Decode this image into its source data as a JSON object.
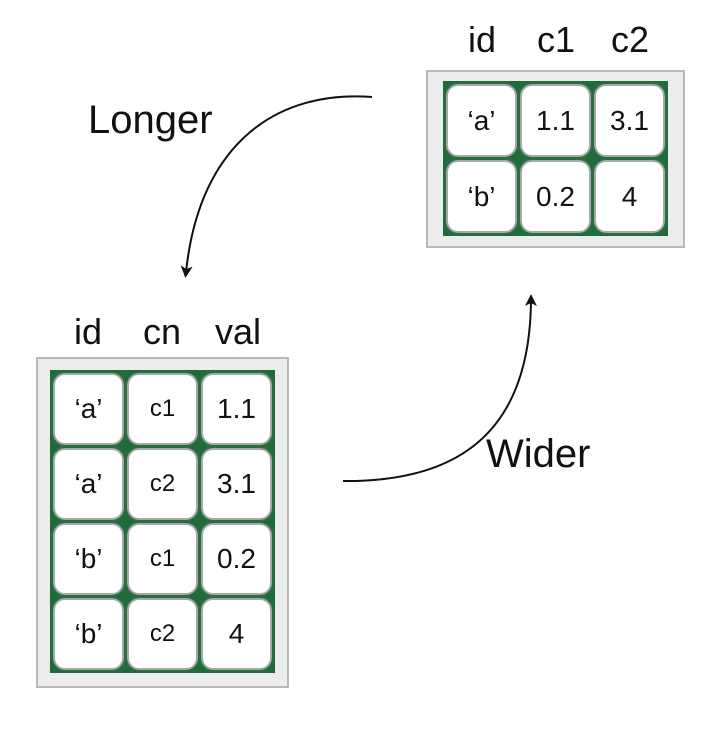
{
  "wide_table": {
    "headers": [
      "id",
      "c1",
      "c2"
    ],
    "rows": [
      [
        "‘a’",
        "1.1",
        "3.1"
      ],
      [
        "‘b’",
        "0.2",
        "4"
      ]
    ]
  },
  "long_table": {
    "headers": [
      "id",
      "cn",
      "val"
    ],
    "rows": [
      [
        "‘a’",
        "c1",
        "1.1"
      ],
      [
        "‘a’",
        "c2",
        "3.1"
      ],
      [
        "‘b’",
        "c1",
        "0.2"
      ],
      [
        "‘b’",
        "c2",
        "4"
      ]
    ]
  },
  "labels": {
    "longer": "Longer",
    "wider": "Wider"
  },
  "colors": {
    "grid_green": "#1f6b3a",
    "frame_gray": "#ececec"
  }
}
